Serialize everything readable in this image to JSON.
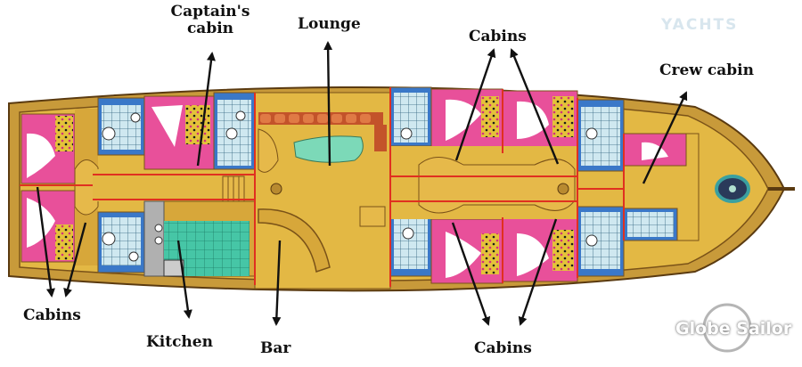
{
  "labels": {
    "captain_cabin_line1": "Captain's",
    "captain_cabin_line2": "cabin",
    "lounge": "Lounge",
    "cabins_top": "Cabins",
    "crew_cabin": "Crew cabin",
    "cabins_left": "Cabins",
    "kitchen": "Kitchen",
    "bar": "Bar",
    "cabins_bottom": "Cabins"
  },
  "watermarks": {
    "top_right": "YACHTS",
    "bottom_right": "Globe Sailor"
  },
  "colors": {
    "hull": "#c89a3a",
    "deck": "#e3b844",
    "corridor": "#d7a73a",
    "wall": "#e03020",
    "cabin_pink": "#e8509a",
    "cabin_blue": "#3a78c8",
    "bathroom_tile": "#a9d6e8",
    "kitchen_tile": "#46c6a6",
    "pool": "#7cd9b8",
    "arrow": "#111111"
  }
}
